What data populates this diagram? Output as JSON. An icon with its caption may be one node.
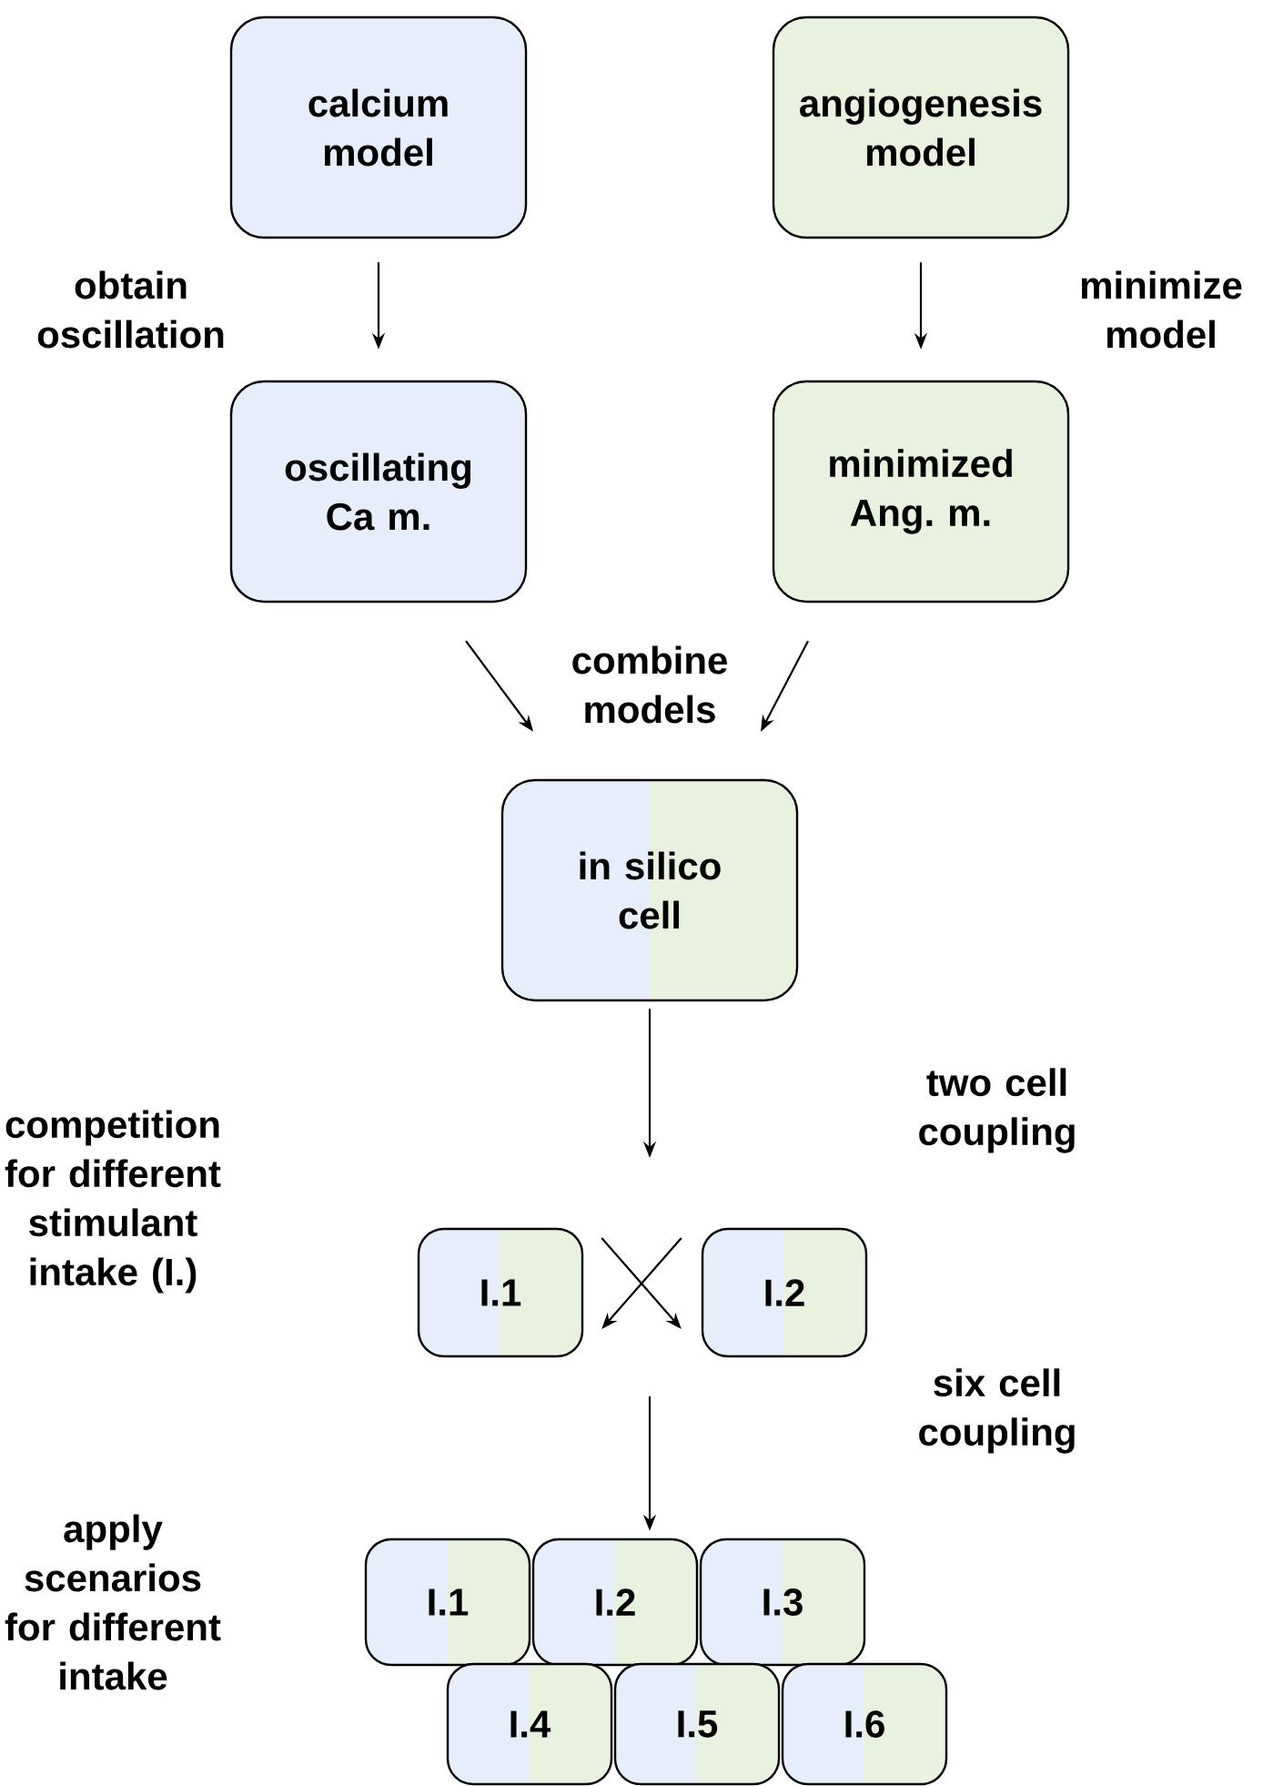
{
  "diagram": {
    "nodes": [
      {
        "text": [
          "calcium model"
        ]
      },
      {
        "text": [
          "angiogenesis model"
        ]
      },
      {
        "text": [
          "oscillating Ca m."
        ]
      },
      {
        "text": [
          "minimized Ang. m."
        ]
      },
      {
        "text": [
          "in silico cell"
        ]
      },
      {
        "text": [
          "I.1"
        ]
      },
      {
        "text": [
          "I.2"
        ]
      },
      {
        "text": [
          "I.1"
        ]
      },
      {
        "text": [
          "I.2"
        ]
      },
      {
        "text": [
          "I.3"
        ]
      },
      {
        "text": [
          "I.4"
        ]
      },
      {
        "text": [
          "I.5"
        ]
      },
      {
        "text": [
          "I.6"
        ]
      }
    ],
    "edges": [
      {
        "from": 0,
        "to": 2,
        "arrow": "to"
      },
      {
        "from": 1,
        "to": 3,
        "arrow": "to"
      },
      {
        "from": 2,
        "to": 4,
        "arrow": "to"
      },
      {
        "from": 3,
        "to": 4,
        "arrow": "to"
      },
      {
        "from": 4,
        "to": null,
        "arrow": "to"
      },
      {
        "from": 5,
        "to": 6,
        "arrow": "to"
      },
      {
        "from": 6,
        "to": 5,
        "arrow": "to"
      },
      {
        "from": null,
        "to": 8,
        "arrow": "to"
      }
    ],
    "labels": [
      "obtain oscillation",
      "minimize model",
      "combine models",
      "two cell coupling",
      "competition for different stimulant intake (I.)",
      "six cell coupling",
      "apply scenarios for different intake"
    ]
  }
}
